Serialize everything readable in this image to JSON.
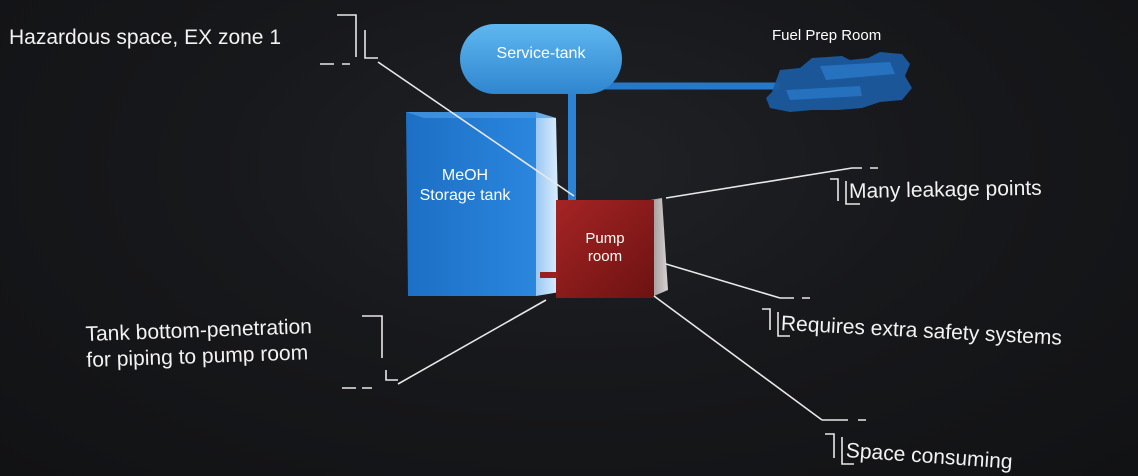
{
  "labels": {
    "service_tank": "Service-tank",
    "fuel_prep_room": "Fuel Prep Room",
    "storage_tank_line1": "MeOH",
    "storage_tank_line2": "Storage tank",
    "pump_room_line1": "Pump",
    "pump_room_line2": "room"
  },
  "callouts": {
    "hazardous": "Hazardous space, EX zone 1",
    "leakage": "Many leakage points",
    "safety": "Requires extra safety systems",
    "space": "Space consuming",
    "tank_bottom_line1": "Tank bottom-penetration",
    "tank_bottom_line2": "for piping to pump room"
  },
  "colors": {
    "background": "#151619",
    "storage_tank": "#1e74c9",
    "service_tank": "#3f9ee0",
    "pipe": "#2a7fd0",
    "pump_room": "#8e1b1b",
    "engine": "#1d5fa8"
  }
}
